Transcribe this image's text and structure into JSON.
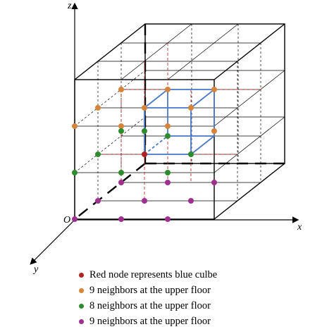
{
  "axes": {
    "x": "x",
    "y": "y",
    "z": "z",
    "origin": "O"
  },
  "legend": [
    {
      "label": "Red node represents blue culbe",
      "color": "#b22222"
    },
    {
      "label": "9 neighbors at the upper floor",
      "color": "#d6843a"
    },
    {
      "label": "8 neighbors at the upper floor",
      "color": "#2e8b2e"
    },
    {
      "label": "9 neighbors at the upper floor",
      "color": "#a0308f"
    }
  ],
  "colors": {
    "grid": "#000000",
    "red_dashed": "#c03030",
    "cube": "#4a7ac8"
  }
}
